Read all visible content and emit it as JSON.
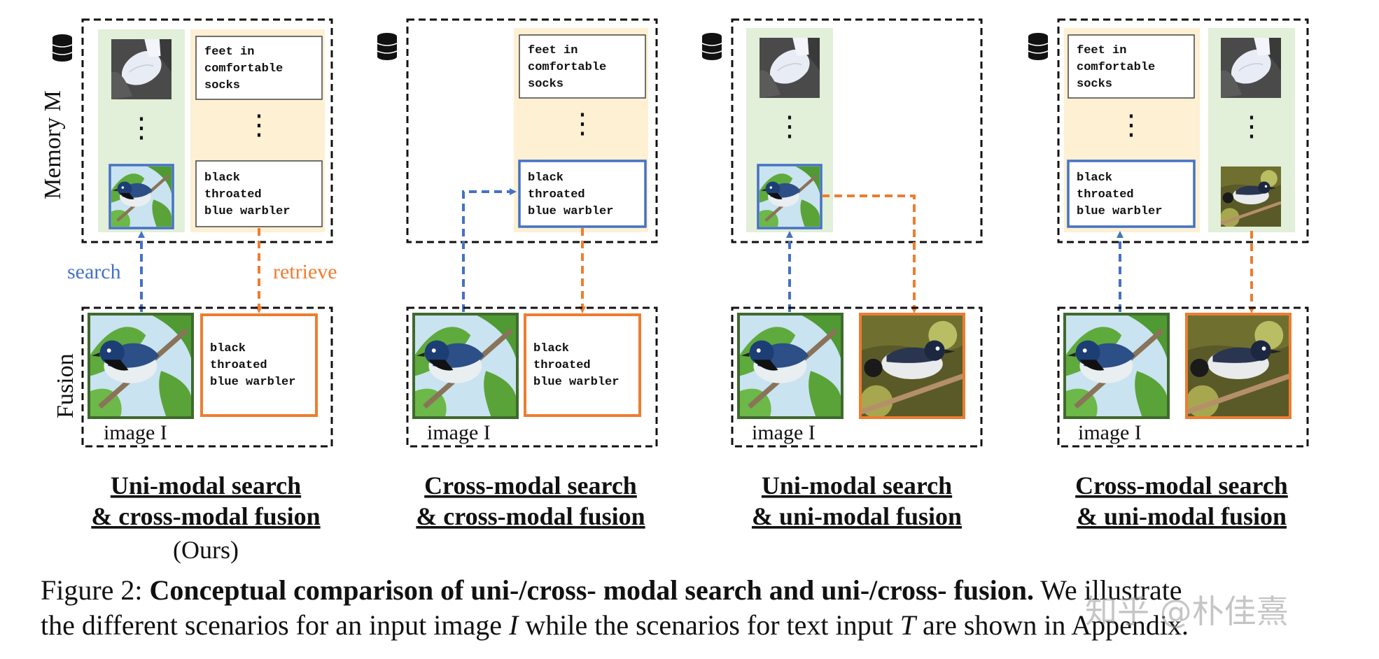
{
  "labels": {
    "memory": "Memory M",
    "fusion": "Fusion",
    "search": "search",
    "retrieve": "retrieve",
    "image_i": "image I",
    "ours": "(Ours)",
    "ellipsis": "⋮"
  },
  "texts": {
    "feet": [
      "feet in",
      "comfortable",
      "socks"
    ],
    "warbler": [
      "black",
      "throated",
      "blue warbler"
    ]
  },
  "panels": [
    {
      "title1": "Uni-modal search",
      "title2": "& cross-modal fusion"
    },
    {
      "title1": "Cross-modal search",
      "title2": "& cross-modal fusion"
    },
    {
      "title1": "Uni-modal search",
      "title2": "& uni-modal fusion"
    },
    {
      "title1": "Cross-modal search",
      "title2": "& uni-modal fusion"
    }
  ],
  "caption": {
    "prefix": "Figure 2: ",
    "bold": "Conceptual comparison of uni-/cross- modal search and uni-/cross- fusion.",
    "rest1": " We illustrate",
    "line2a": "the different scenarios for an input image ",
    "var_i": "I",
    "line2b": " while the scenarios for text input ",
    "var_t": "T",
    "line2c": " are shown in Appendix."
  },
  "watermark": "知乎 @朴佳熹",
  "colors": {
    "blue": "#4472c4",
    "orange": "#ed7d31",
    "green_border": "#3f6a2e",
    "green_bg": "#e2efd9",
    "yellow_bg": "#fdf0d3"
  }
}
